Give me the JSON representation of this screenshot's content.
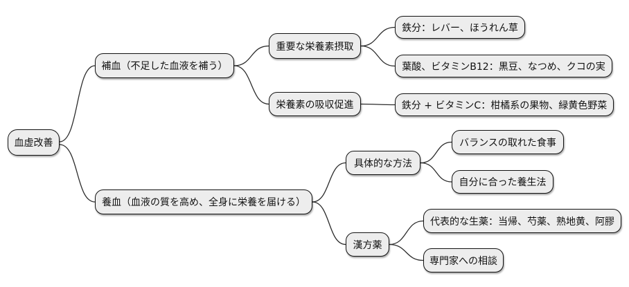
{
  "diagram": {
    "type": "mindmap",
    "colors": {
      "background": "#ffffff",
      "node_fill": "#ededed",
      "node_border": "#111111",
      "edge": "#2b2b2b",
      "text": "#111111"
    },
    "root": {
      "label": "血虚改善"
    },
    "branches": [
      {
        "label": "補血（不足した血液を補う）",
        "children": [
          {
            "label": "重要な栄養素摂取",
            "children": [
              {
                "label": "鉄分：レバー、ほうれん草"
              },
              {
                "label": "葉酸、ビタミンB12：黒豆、なつめ、クコの実"
              }
            ]
          },
          {
            "label": "栄養素の吸収促進",
            "children": [
              {
                "label": "鉄分 + ビタミンC：柑橘系の果物、緑黄色野菜"
              }
            ]
          }
        ]
      },
      {
        "label": "養血（血液の質を高め、全身に栄養を届ける）",
        "children": [
          {
            "label": "具体的な方法",
            "children": [
              {
                "label": "バランスの取れた食事"
              },
              {
                "label": "自分に合った養生法"
              }
            ]
          },
          {
            "label": "漢方薬",
            "children": [
              {
                "label": "代表的な生薬：当帰、芍薬、熟地黄、阿膠"
              },
              {
                "label": "専門家への相談"
              }
            ]
          }
        ]
      }
    ]
  }
}
